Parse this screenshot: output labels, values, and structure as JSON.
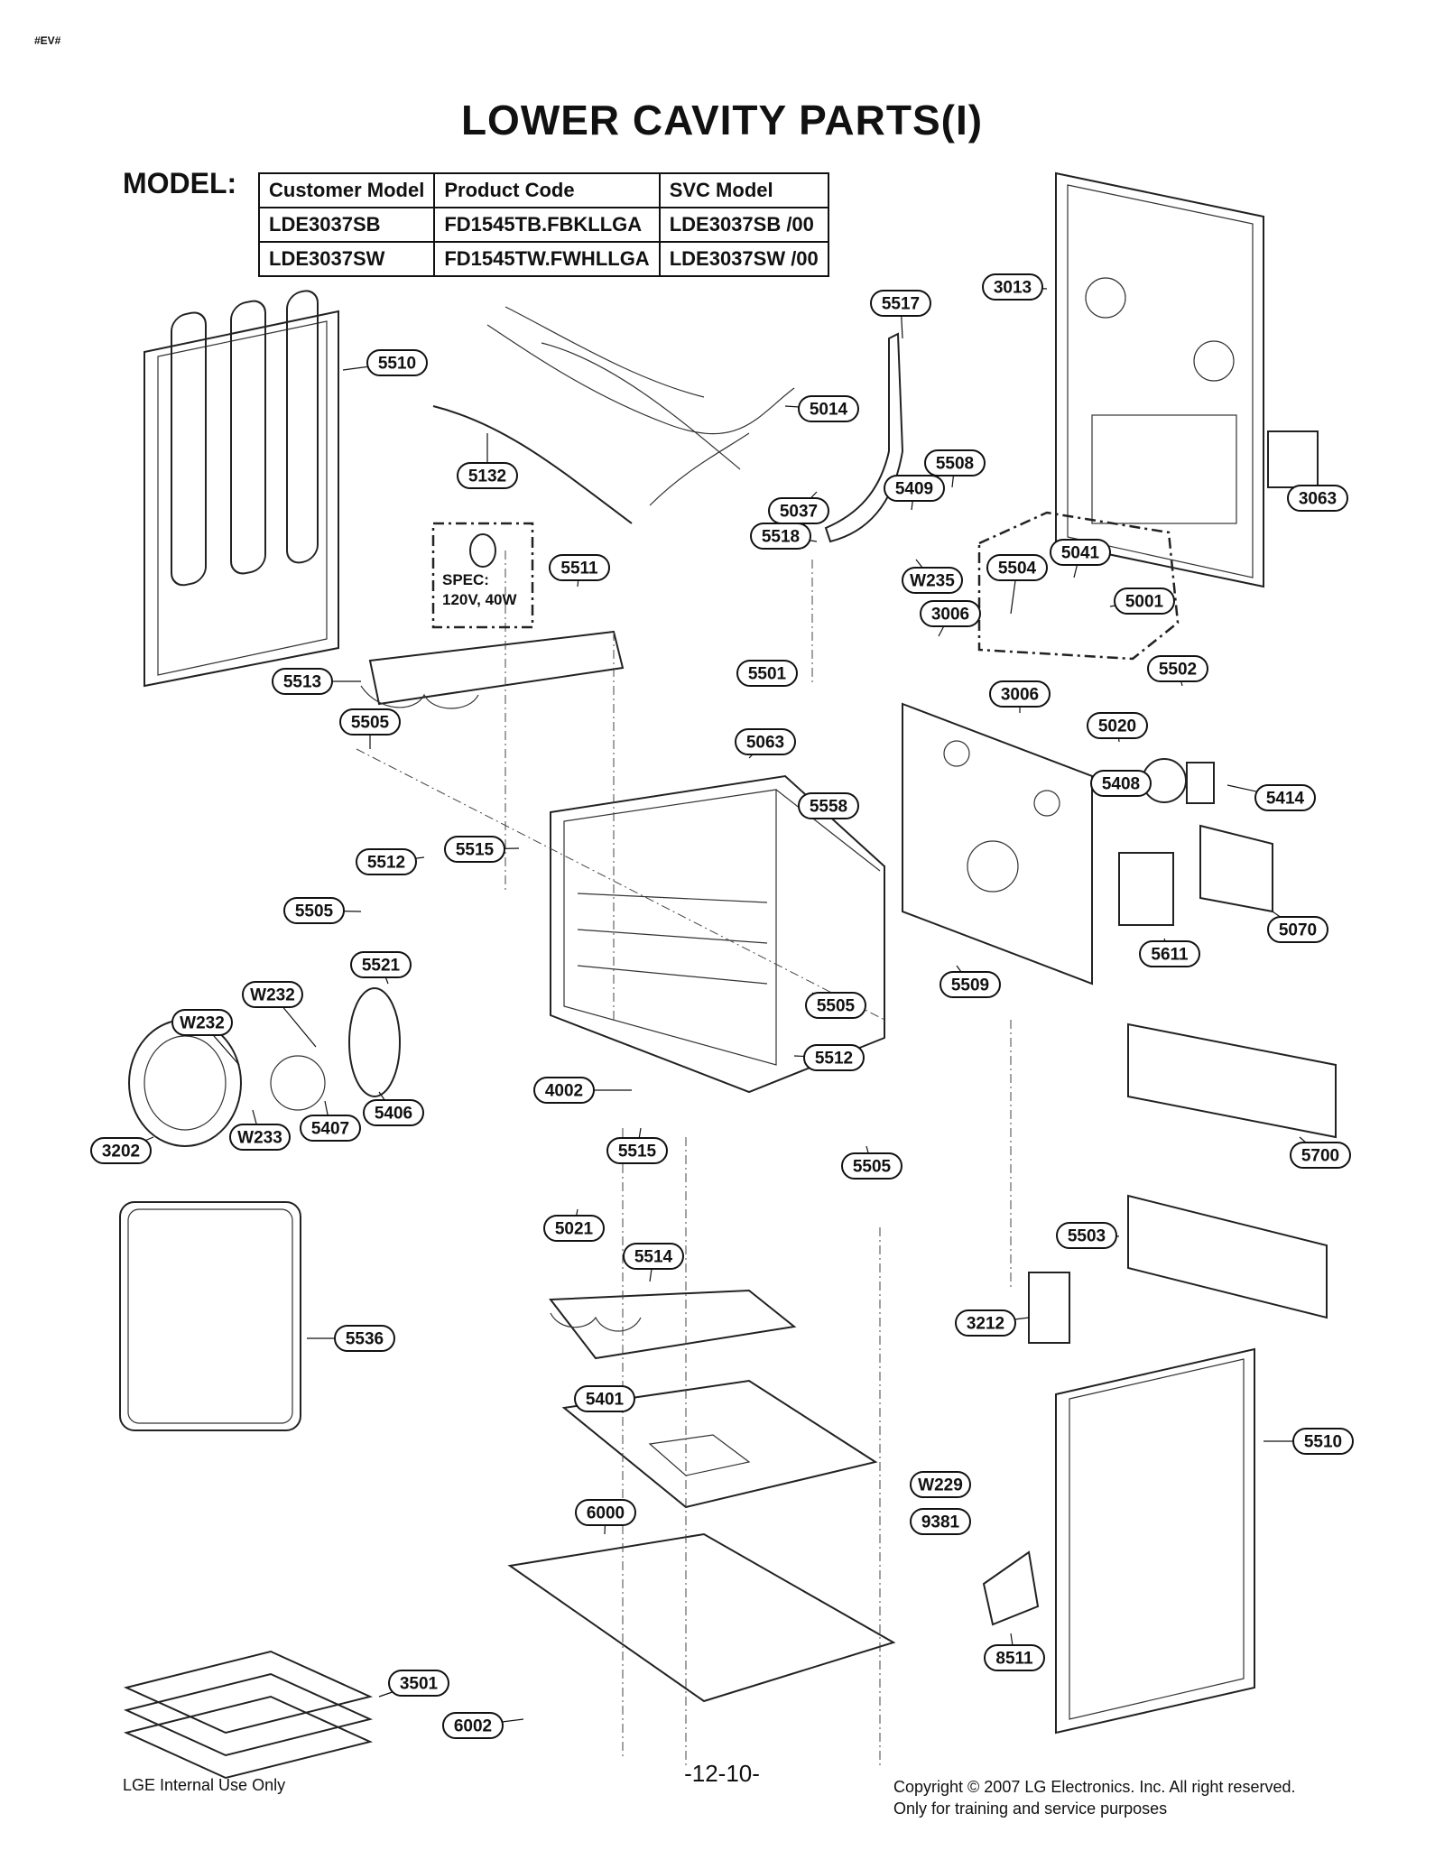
{
  "corner_tag": "#EV#",
  "title": "LOWER CAVITY PARTS(I)",
  "model_label": "MODEL:",
  "model_table": {
    "headers": [
      "Customer Model",
      "Product Code",
      "SVC Model"
    ],
    "rows": [
      [
        "LDE3037SB",
        "FD1545TB.FBKLLGA",
        "LDE3037SB /00"
      ],
      [
        "LDE3037SW",
        "FD1545TW.FWHLLGA",
        "LDE3037SW /00"
      ]
    ]
  },
  "spec": {
    "line1": "SPEC:",
    "line2": "120V, 40W"
  },
  "part_labels": [
    "3013",
    "5517",
    "5510",
    "5014",
    "5132",
    "5508",
    "5037",
    "5409",
    "3063",
    "5518",
    "5041",
    "W235",
    "5504",
    "5001",
    "5511",
    "3006",
    "5513",
    "5501",
    "5502",
    "3006",
    "5505",
    "5063",
    "5020",
    "5558",
    "5408",
    "5414",
    "5512",
    "5515",
    "5505",
    "5070",
    "5611",
    "5509",
    "5521",
    "W232",
    "W232",
    "5505",
    "5512",
    "4002",
    "5407",
    "5406",
    "W233",
    "3202",
    "5515",
    "5505",
    "5700",
    "5021",
    "5503",
    "5536",
    "5514",
    "3212",
    "5401",
    "5510",
    "W229",
    "6000",
    "9381",
    "8511",
    "3501",
    "6002"
  ],
  "footer": {
    "left": "LGE Internal Use Only",
    "page": "-12-10-",
    "right_line1": "Copyright © 2007 LG Electronics. Inc. All right reserved.",
    "right_line2": "Only for training and service purposes"
  }
}
